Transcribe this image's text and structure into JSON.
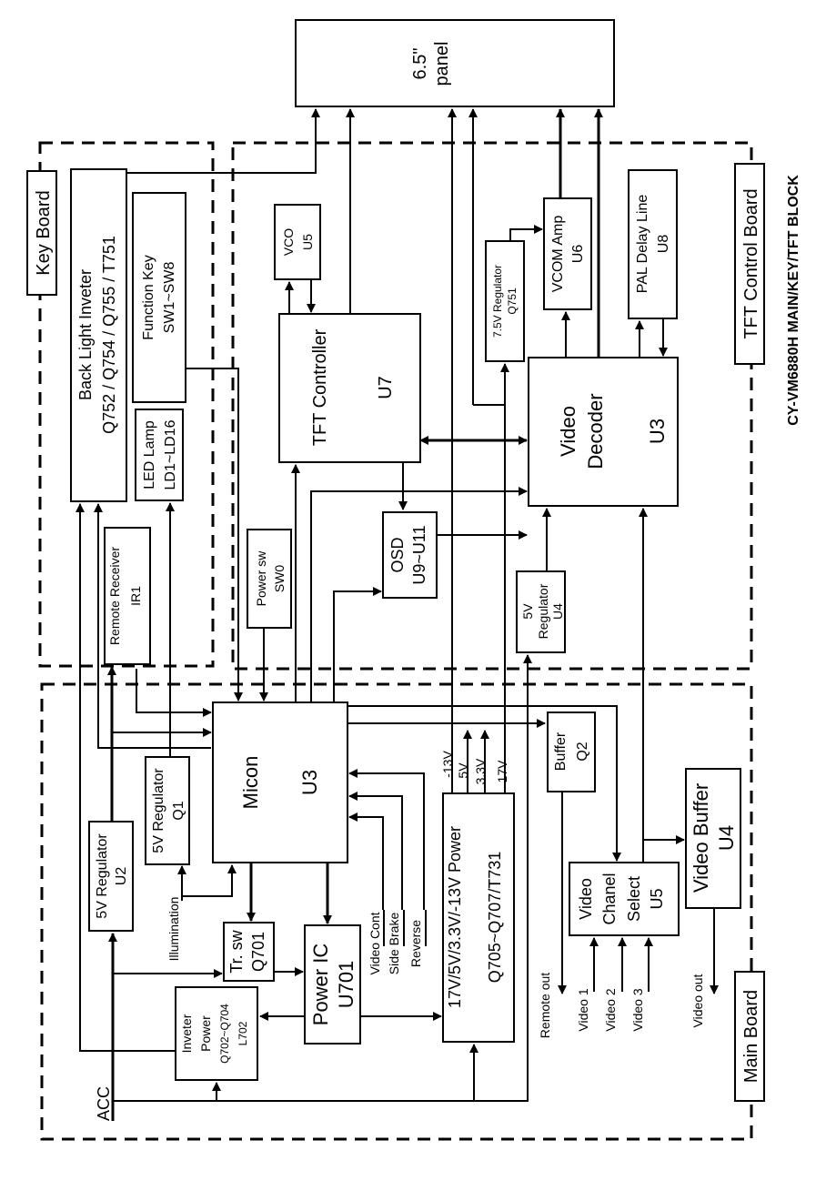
{
  "title": "CY-VM6880H MAIN/KEY/TFT BLOCK",
  "regions": {
    "key_board": "Key Board",
    "tft_control_board": "TFT Control Board",
    "main_board": "Main Board"
  },
  "blocks": {
    "panel": {
      "line1": "6.5\"",
      "line2": "panel"
    },
    "back_light": {
      "line1": "Back Light  Inveter",
      "line2": "Q752 / Q754 / Q755 / T751"
    },
    "function_key": {
      "line1": "Function Key",
      "line2": "SW1~SW8"
    },
    "led_lamp": {
      "line1": "LED Lamp",
      "line2": "LD1~LD16"
    },
    "remote_receiver": {
      "line1": "Remote Receiver",
      "line2": "IR1"
    },
    "power_sw": {
      "line1": "Power sw",
      "line2": "SW0"
    },
    "vco": {
      "line1": "VCO",
      "line2": "U5"
    },
    "tft_controller": {
      "line1": "TFT Controller",
      "line2": "U7"
    },
    "osd": {
      "line1": "OSD",
      "line2": "U9~U11"
    },
    "reg_75v": {
      "line1": "7.5V Regulator",
      "line2": "Q751"
    },
    "vcom_amp": {
      "line1": "VCOM Amp",
      "line2": "U6"
    },
    "pal_delay": {
      "line1": "PAL Delay Line",
      "line2": "U8"
    },
    "video_decoder": {
      "line1": "Video",
      "line2": "Decoder",
      "line3": "U3"
    },
    "reg_5v_u4": {
      "line1": "5V",
      "line2": "Regulator",
      "line3": "U4"
    },
    "micon": {
      "line1": "Micon",
      "line2": "U3"
    },
    "reg_5v_u2": {
      "line1": "5V Regulator",
      "line2": "U2"
    },
    "reg_5v_q1": {
      "line1": "5V Regulator",
      "line2": "Q1"
    },
    "tr_sw": {
      "line1": "Tr. sw",
      "line2": "Q701"
    },
    "power_ic": {
      "line1": "Power IC",
      "line2": "U701"
    },
    "inverter_power": {
      "line1": "Inveter",
      "line2": "Power",
      "line3": "Q702~Q704",
      "line4": "L702"
    },
    "power_supply": {
      "line1": "17V/5V/3.3V/-13V Power",
      "line2": "Q705~Q707/T731"
    },
    "buffer_q2": {
      "line1": "Buffer",
      "line2": "Q2"
    },
    "video_channel_select": {
      "line1": "Video",
      "line2": "Chanel",
      "line3": "Select",
      "line4": "U5"
    },
    "video_buffer": {
      "line1": "Video Buffer",
      "line2": "U4"
    }
  },
  "signals": {
    "illumination": "Illumination",
    "video_cont": "Video Cont",
    "side_brake": "Side Brake",
    "reverse": "Reverse",
    "acc": "ACC",
    "remote_out": "Remote out",
    "video1": "Video 1",
    "video2": "Video 2",
    "video3": "Video 3",
    "video_out": "Video out",
    "v_neg13": "-13V",
    "v_5": "5V",
    "v_33": "3.3V",
    "v_17": "17V"
  }
}
